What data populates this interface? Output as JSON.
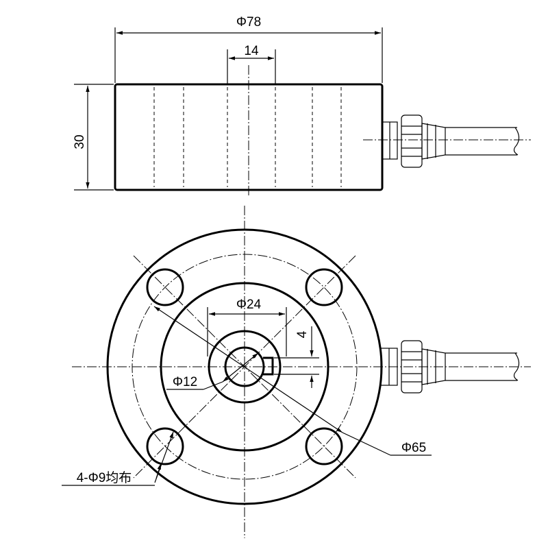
{
  "title": "",
  "dimensions": {
    "outer_diameter": "Φ78",
    "slot_width": "14",
    "height": "30",
    "boss_diameter": "Φ24",
    "key_width": "4",
    "bore_diameter": "Φ12",
    "bolt_circle_diameter": "Φ65",
    "mounting_holes": "4-Φ9均布"
  },
  "colors": {
    "line": "#000000",
    "background": "#ffffff"
  }
}
